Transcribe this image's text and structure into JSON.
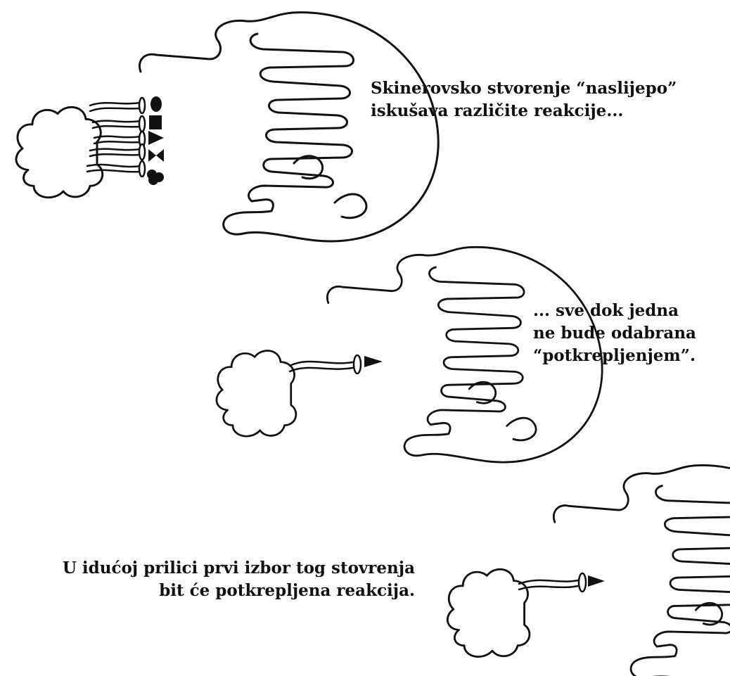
{
  "captions": {
    "first": {
      "line1": "Skinerovsko stvorenje “naslijepo”",
      "line2": "iskušava različite reakcije..."
    },
    "second": {
      "line1": "... sve dok jedna",
      "line2": "ne bude odabrana",
      "line3": "“potkrepljenjem”."
    },
    "third": {
      "line1": "U idućoj prilici prvi izbor tog stovrenja",
      "line2": "bit će potkrepljena reakcija."
    }
  },
  "colors": {
    "ink": "#111111",
    "background": "#ffffff"
  },
  "icons": {
    "response_shapes": [
      "oval",
      "square",
      "triangle",
      "bowtie",
      "trefoil"
    ],
    "selected_response": "triangle"
  }
}
